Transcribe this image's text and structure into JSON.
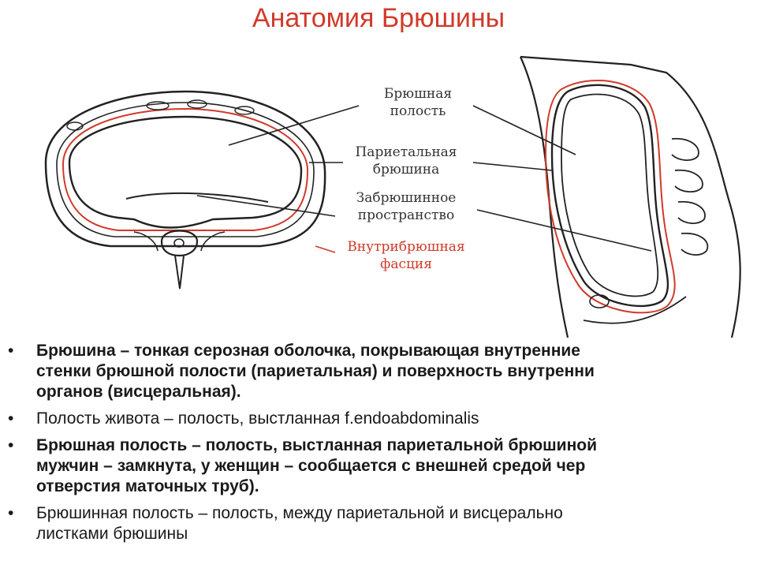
{
  "title": "Анатомия Брюшины",
  "labels": {
    "abdominal_cavity": [
      "Брюшная",
      "полость"
    ],
    "parietal_peritoneum": [
      "Париетальная",
      "брюшина"
    ],
    "retroperitoneal_space": [
      "Забрюшинное",
      "пространство"
    ],
    "intraabdominal_fascia": [
      "Внутрибрюшная",
      "фасция"
    ]
  },
  "colors": {
    "title": "#d03a2a",
    "fascia_line": "#d03a2a",
    "outline": "#222222"
  },
  "bullets": [
    {
      "bold": true,
      "lines": [
        "Брюшина – тонкая серозная оболочка, покрывающая внутренние",
        "стенки брюшной полости (париетальная) и поверхность внутренни",
        "органов (висцеральная)."
      ]
    },
    {
      "bold": false,
      "lines": [
        "Полость живота – полость, выстланная f.endoabdominalis"
      ]
    },
    {
      "bold": true,
      "lines": [
        "Брюшная полость – полость, выстланная париетальной брюшиной",
        "мужчин – замкнута, у женщин – сообщается с внешней средой чер",
        "отверстия маточных труб)."
      ]
    },
    {
      "bold": false,
      "lines": [
        "Брюшинная полость – полость, между париетальной и висцерально",
        "листками брюшины"
      ]
    }
  ]
}
